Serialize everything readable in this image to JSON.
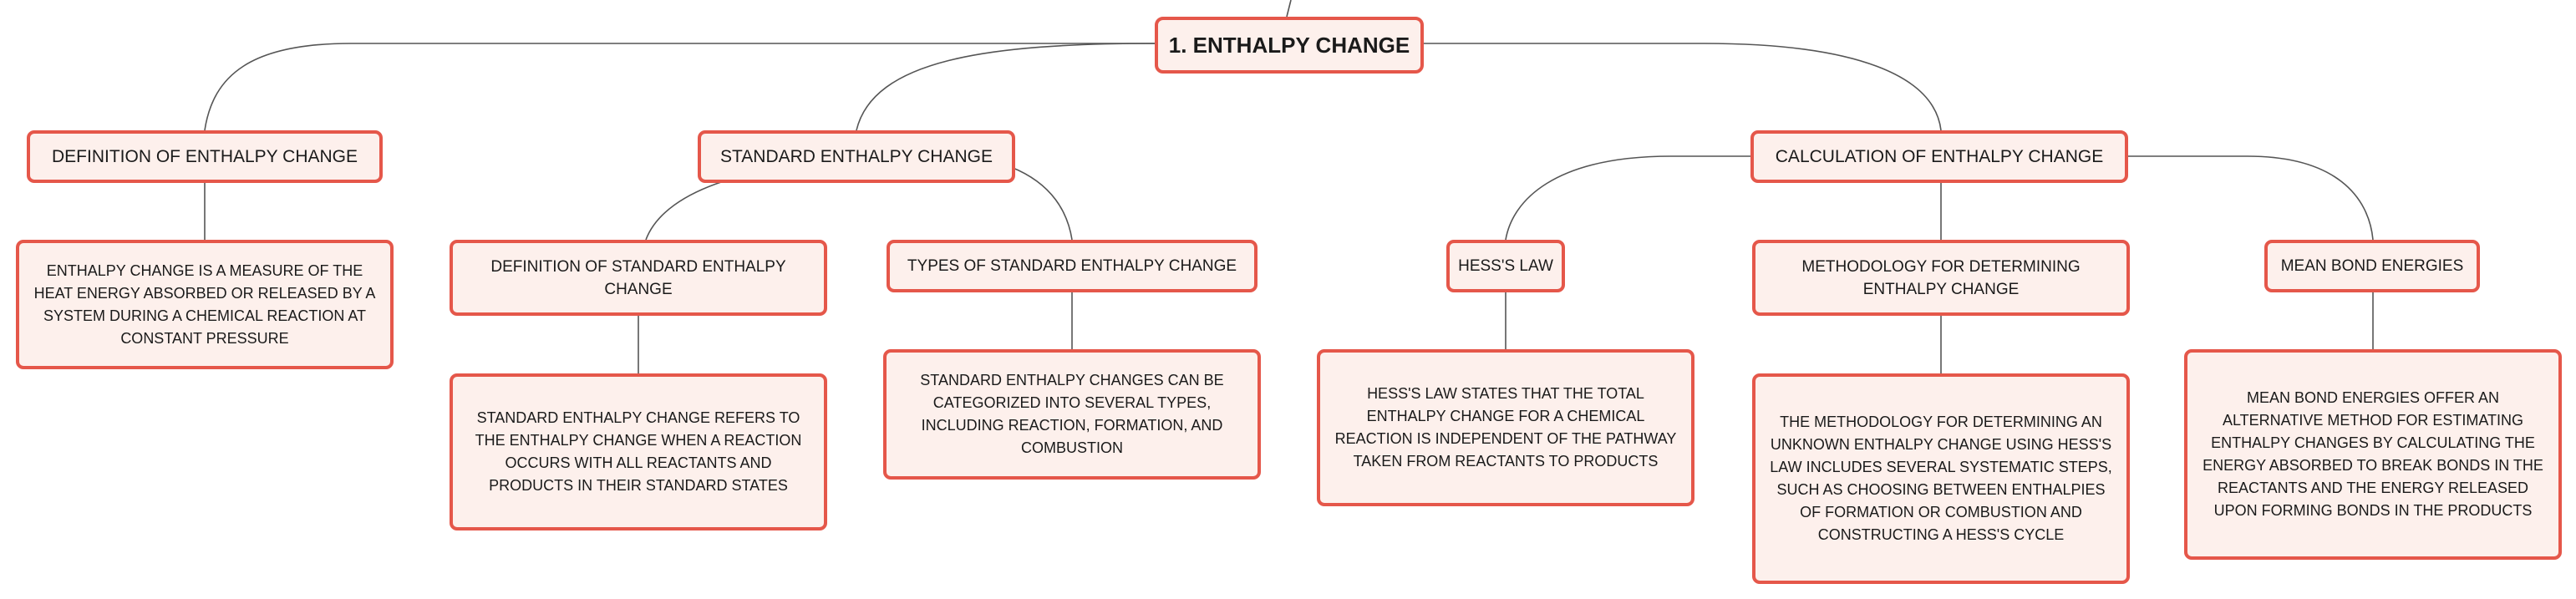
{
  "colors": {
    "border": "#e5574a",
    "fill": "#fdf0ec",
    "line": "#555555"
  },
  "mindmap": {
    "root": "1. ENTHALPY CHANGE",
    "def": {
      "title": "DEFINITION OF ENTHALPY CHANGE",
      "leaf": "ENTHALPY CHANGE IS A MEASURE OF THE HEAT ENERGY ABSORBED OR RELEASED BY A SYSTEM DURING A CHEMICAL REACTION AT CONSTANT PRESSURE"
    },
    "std": {
      "title": "STANDARD ENTHALPY CHANGE",
      "def_title": "DEFINITION OF STANDARD ENTHALPY CHANGE",
      "def_leaf": "STANDARD ENTHALPY CHANGE REFERS TO THE ENTHALPY CHANGE WHEN A REACTION OCCURS WITH ALL REACTANTS AND PRODUCTS IN THEIR STANDARD STATES",
      "types_title": "TYPES OF STANDARD ENTHALPY CHANGE",
      "types_leaf": "STANDARD ENTHALPY CHANGES CAN BE CATEGORIZED INTO SEVERAL TYPES, INCLUDING REACTION, FORMATION, AND COMBUSTION"
    },
    "calc": {
      "title": "CALCULATION OF ENTHALPY CHANGE",
      "hess_title": "HESS'S LAW",
      "hess_leaf": "HESS'S LAW STATES THAT THE TOTAL ENTHALPY CHANGE FOR A CHEMICAL REACTION IS INDEPENDENT OF THE PATHWAY TAKEN FROM REACTANTS TO PRODUCTS",
      "method_title": "METHODOLOGY FOR DETERMINING ENTHALPY CHANGE",
      "method_leaf": "THE METHODOLOGY FOR DETERMINING AN UNKNOWN ENTHALPY CHANGE USING HESS'S LAW INCLUDES SEVERAL SYSTEMATIC STEPS, SUCH AS CHOOSING BETWEEN ENTHALPIES OF FORMATION OR COMBUSTION AND CONSTRUCTING A HESS'S CYCLE",
      "bond_title": "MEAN BOND ENERGIES",
      "bond_leaf": "MEAN BOND ENERGIES OFFER AN ALTERNATIVE METHOD FOR ESTIMATING ENTHALPY CHANGES BY CALCULATING THE ENERGY ABSORBED TO BREAK BONDS IN THE REACTANTS AND THE ENERGY RELEASED UPON FORMING BONDS IN THE PRODUCTS"
    }
  }
}
